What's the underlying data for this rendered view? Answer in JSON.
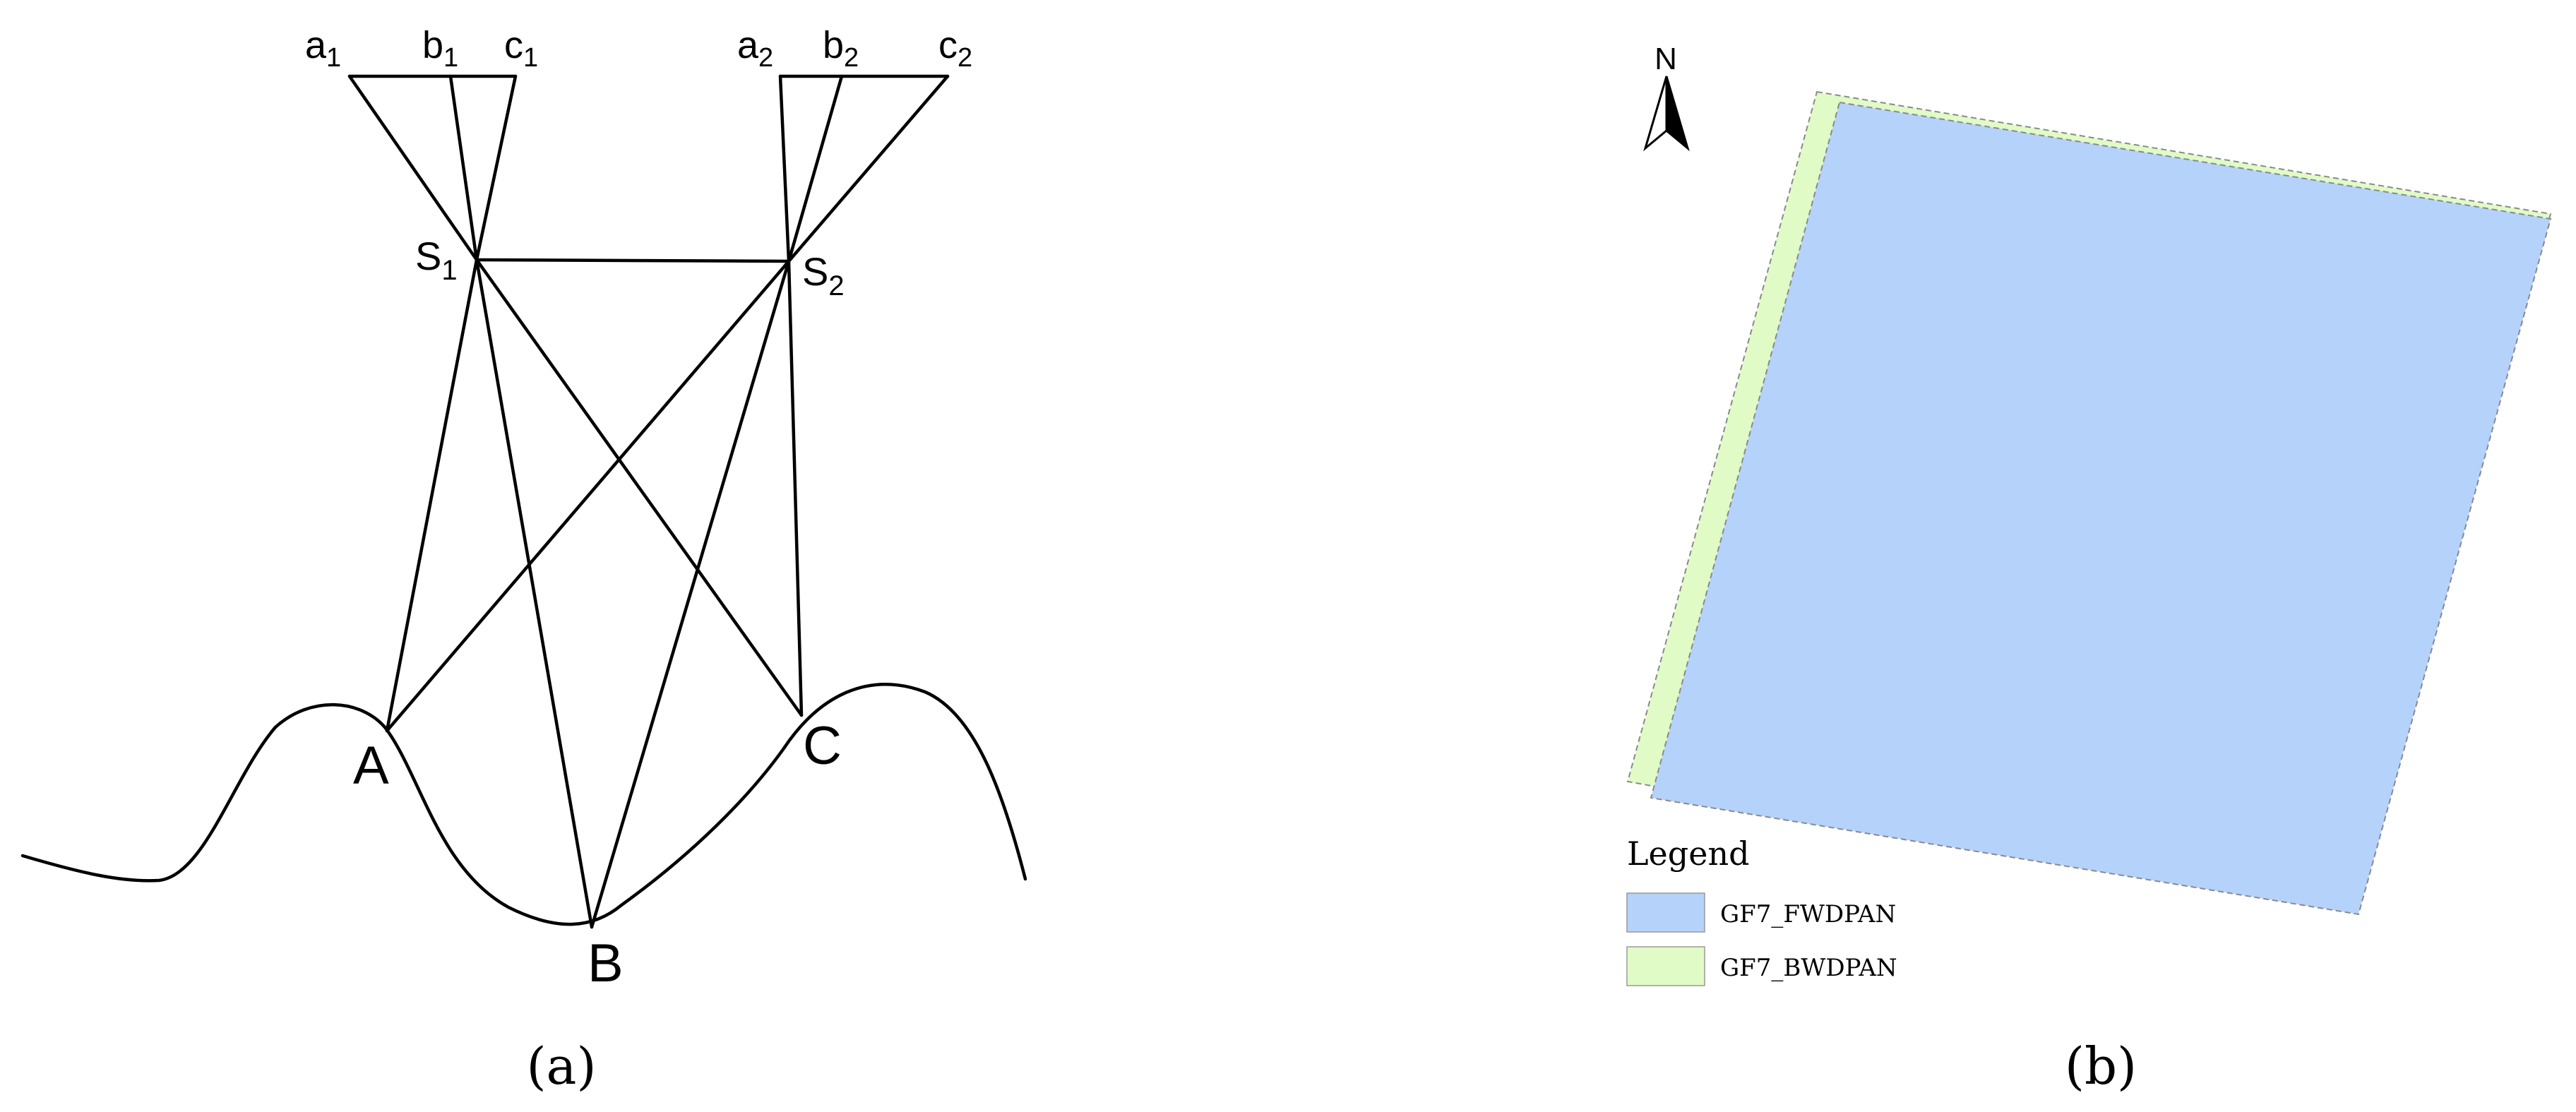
{
  "panel_a": {
    "caption": "(a)",
    "labels": {
      "a1": "a",
      "a1_sub": "1",
      "b1": "b",
      "b1_sub": "1",
      "c1": "c",
      "c1_sub": "1",
      "a2": "a",
      "a2_sub": "2",
      "b2": "b",
      "b2_sub": "2",
      "c2": "c",
      "c2_sub": "2",
      "s1": "S",
      "s1_sub": "1",
      "s2": "S",
      "s2_sub": "2",
      "A": "A",
      "B": "B",
      "C": "C"
    }
  },
  "panel_b": {
    "caption": "(b)",
    "north": "N",
    "legend": {
      "title": "Legend",
      "items": [
        {
          "label": "GF7_FWDPAN",
          "color": "#b5d2fb"
        },
        {
          "label": "GF7_BWDPAN",
          "color": "#e0fbc6"
        }
      ]
    }
  }
}
